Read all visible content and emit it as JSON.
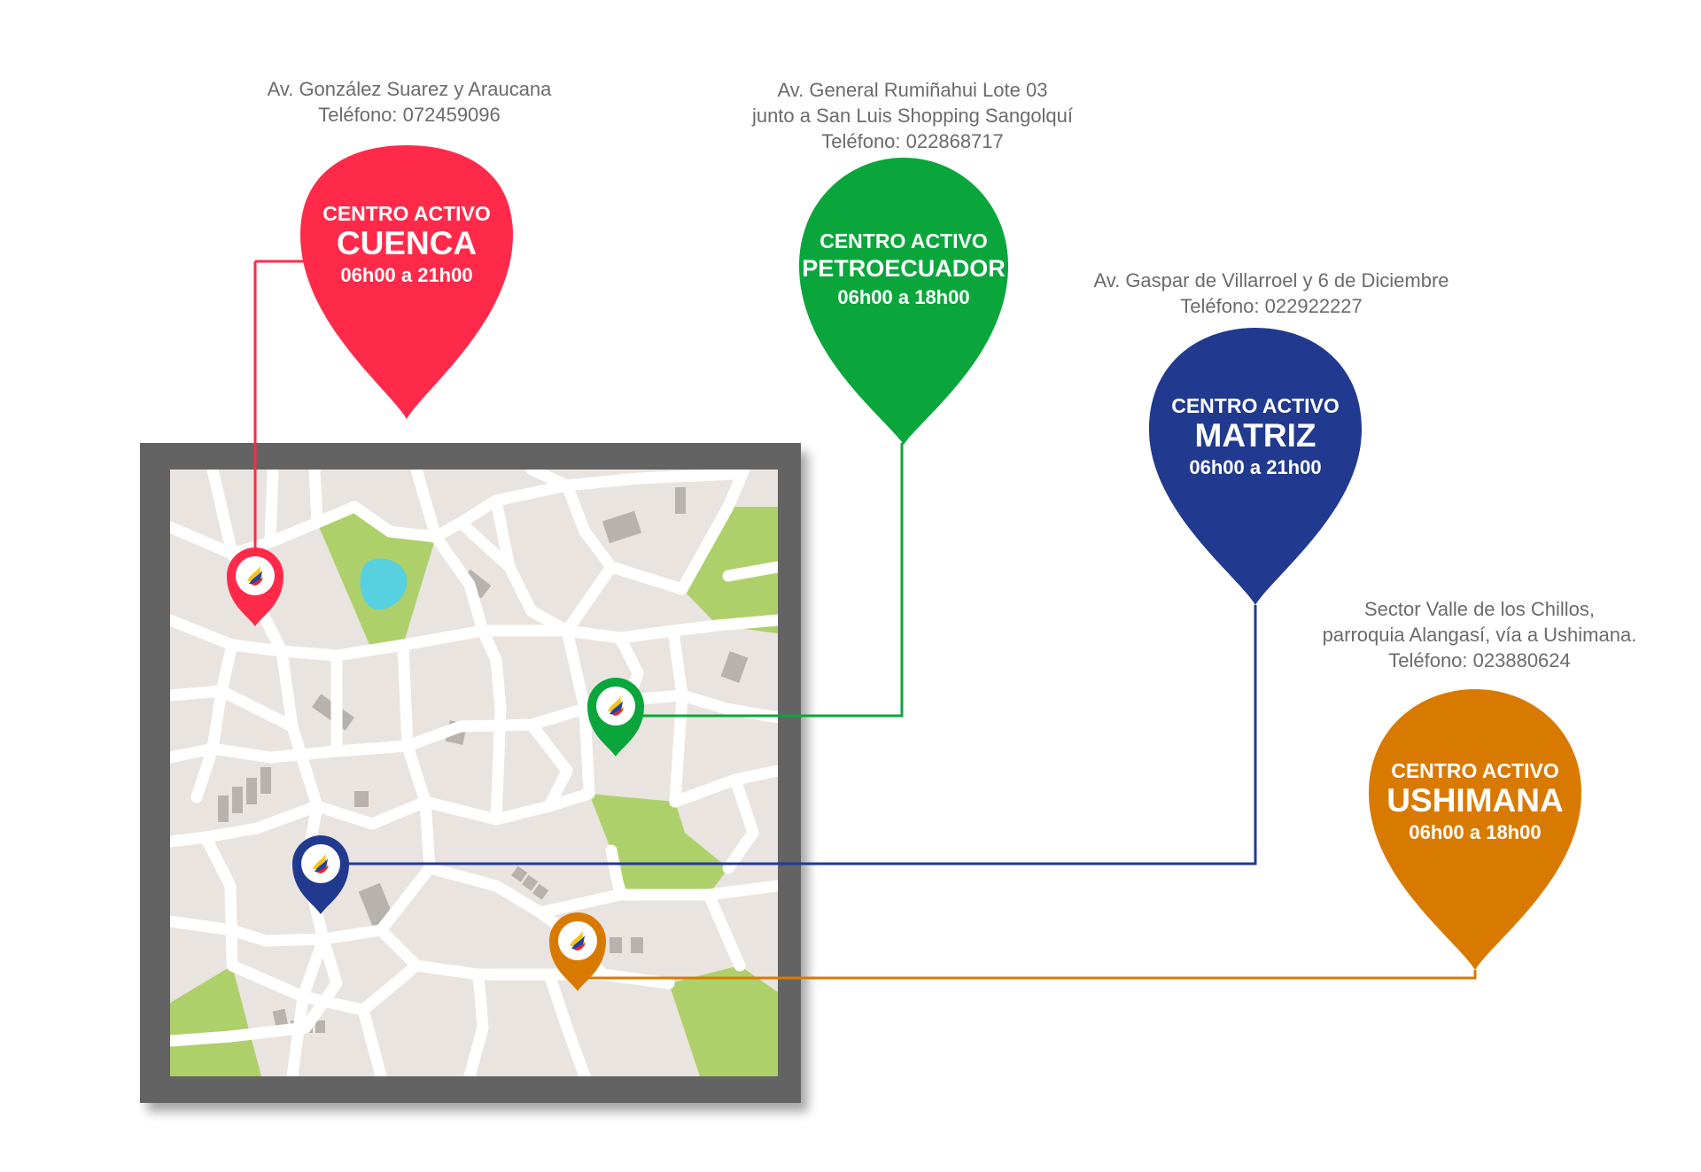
{
  "centers": [
    {
      "id": "cuenca",
      "label": "CENTRO ACTIVO",
      "name": "CUENCA",
      "hours": "06h00 a 21h00",
      "color": "#ff2a4a",
      "address": [
        "Av. González Suarez y Araucana",
        "Teléfono: 072459096"
      ]
    },
    {
      "id": "petroecuador",
      "label": "CENTRO ACTIVO",
      "name": "PETROECUADOR",
      "hours": "06h00 a 18h00",
      "color": "#0aa63c",
      "address": [
        "Av. General Rumiñahui Lote 03",
        "junto a San Luis Shopping Sangolquí",
        "Teléfono: 022868717"
      ]
    },
    {
      "id": "matriz",
      "label": "CENTRO ACTIVO",
      "name": "MATRIZ",
      "hours": "06h00 a 21h00",
      "color": "#213a8f",
      "address": [
        "Av. Gaspar de Villarroel y 6 de Diciembre",
        "Teléfono: 022922227"
      ]
    },
    {
      "id": "ushimana",
      "label": "CENTRO ACTIVO",
      "name": "USHIMANA",
      "hours": "06h00 a 18h00",
      "color": "#d97a00",
      "address": [
        "Sector Valle de los Chillos,",
        "parroquia Alangasí, vía a Ushimana.",
        "Teléfono: 023880624"
      ]
    }
  ],
  "map": {
    "frame_color": "#636363",
    "land_color": "#e9e4df",
    "road_color": "#ffffff",
    "park_color": "#aed06a",
    "water_color": "#57d0e0",
    "building_color": "#b8b2ad",
    "marker_icon": "flame-logo-icon"
  }
}
